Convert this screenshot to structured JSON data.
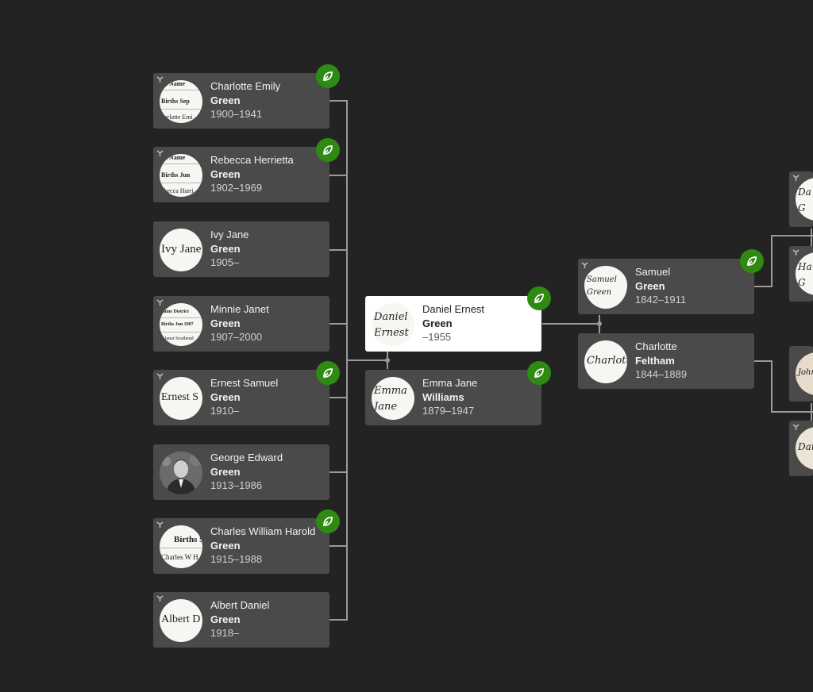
{
  "tree": {
    "focus_person": {
      "given": "Daniel Ernest",
      "surname": "Green",
      "dates": "–1955",
      "thumb": "Daniel Ernest"
    },
    "spouse": {
      "given": "Emma Jane",
      "surname": "Williams",
      "dates": "1879–1947",
      "thumb": "Emma Jane"
    },
    "father": {
      "given": "Samuel",
      "surname": "Green",
      "dates": "1842–1911",
      "thumb": "Samuel Green"
    },
    "mother": {
      "given": "Charlotte",
      "surname": "Feltham",
      "dates": "1844–1889",
      "thumb": "Charlotte"
    },
    "children": [
      {
        "given": "Charlotte Emily",
        "surname": "Green",
        "dates": "1900–1941",
        "doc": [
          "ed Name",
          "Births Sep",
          "harlotte Emi"
        ]
      },
      {
        "given": "Rebecca Herrietta",
        "surname": "Green",
        "dates": "1902–1969",
        "doc": [
          "ed Name",
          "Births Jun",
          "ebecca Harri"
        ]
      },
      {
        "given": "Ivy Jane",
        "surname": "Green",
        "dates": "1905–",
        "big": "Ivy Jane"
      },
      {
        "given": "Minnie Janet",
        "surname": "Green",
        "dates": "1907–2000",
        "doc": [
          "name    District",
          "Births Jun 1907",
          "e Janet   Southend"
        ]
      },
      {
        "given": "Ernest Samuel",
        "surname": "Green",
        "dates": "1910–",
        "big": "Ernest S"
      },
      {
        "given": "George Edward",
        "surname": "Green",
        "dates": "1913–1986"
      },
      {
        "given": "Charles William Harold",
        "surname": "Green",
        "dates": "1915–1988",
        "doc": [
          "",
          "Births S",
          "Charles W H"
        ]
      },
      {
        "given": "Albert Daniel",
        "surname": "Green",
        "dates": "1918–",
        "big": "Albert D"
      }
    ],
    "grandparents": [
      {
        "thumb": "Da G"
      },
      {
        "thumb": "Ha G"
      },
      {
        "thumb": "John"
      },
      {
        "thumb": "Dau"
      }
    ]
  },
  "icons": {
    "hint": "leaf-hint-icon",
    "branch": "branch-icon"
  },
  "colors": {
    "background": "#232323",
    "card": "#4a4a4a",
    "focus_card": "#ffffff",
    "hint": "#2e8a12",
    "connector": "#9a9a9a"
  }
}
